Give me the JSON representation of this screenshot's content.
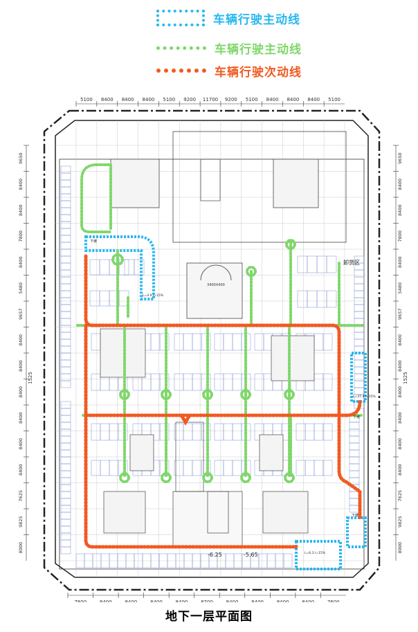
{
  "legend": [
    {
      "label": "车辆行驶主动线",
      "color": "#27b8f0",
      "style": "box"
    },
    {
      "label": "车辆行驶主动线",
      "color": "#7fd76a",
      "style": "green-dots"
    },
    {
      "label": "车辆行驶次动线",
      "color": "#f15a22",
      "style": "orange-dots"
    }
  ],
  "dims_top": [
    "5100",
    "8400",
    "8400",
    "8400",
    "5100",
    "9200",
    "11700",
    "9200",
    "5100",
    "8400",
    "8400",
    "8400",
    "5100"
  ],
  "dims_bottom": [
    "7800",
    "8400",
    "8400",
    "8400",
    "8400",
    "8700",
    "8400",
    "8400",
    "8400",
    "8400",
    "7600"
  ],
  "dims_side": [
    "9650",
    "8400",
    "8400",
    "7800",
    "8400",
    "5480",
    "9657",
    "8400",
    "8400",
    "8400",
    "8400",
    "8400",
    "8400",
    "7625",
    "9825",
    "8000"
  ],
  "side_total": "1525",
  "labels": {
    "unloading": "卸货区",
    "ramp_a": "下坡",
    "ramp_b": "下坡",
    "ramp_c": "下坡",
    "slope_1": "L=4.9\nI=15%",
    "slope_2": "L=37.4\nI=15%",
    "slope_3": "L=6.3\nI=15%",
    "level_1": "-6.25",
    "level_2": "-5.65",
    "opening": "3400X400"
  },
  "colors": {
    "blue": "#27b8f0",
    "green": "#7fd76a",
    "orange": "#f15a22",
    "line": "#333333",
    "stall": "#7a8fd6"
  },
  "title": "地下一层平面图"
}
